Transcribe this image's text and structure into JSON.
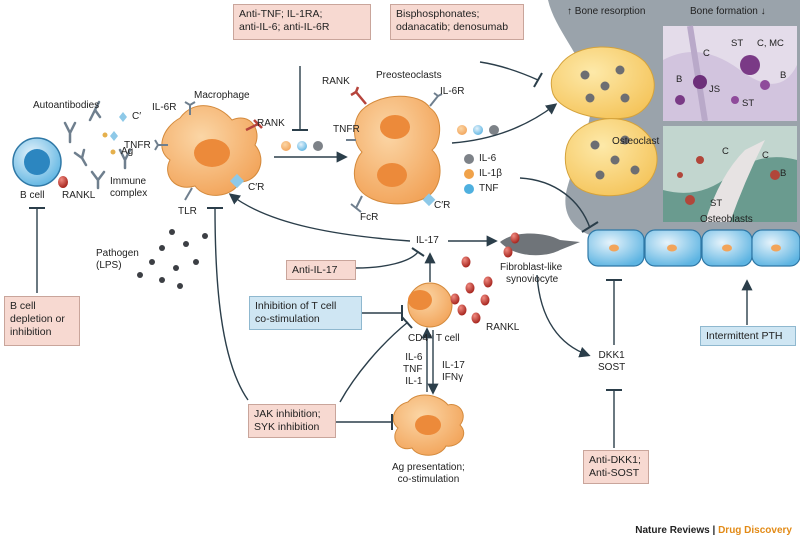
{
  "bone": {
    "resorption": "Bone resorption",
    "formation": "Bone formation",
    "osteoclast": "Osteoclast",
    "osteoblasts": "Osteoblasts",
    "hist_top": [
      "B",
      "C",
      "ST",
      "C, MC",
      "JS",
      "ST",
      "B"
    ],
    "hist_bottom": [
      "C",
      "C",
      "B",
      "ST"
    ]
  },
  "cells": {
    "b_cell": "B cell",
    "rankl_b": "RANKL",
    "autoantibodies": "Autoantibodies",
    "c_prime": "C′",
    "ag": "Ag",
    "immune_complex": [
      "Immune",
      "complex"
    ],
    "macrophage": "Macrophage",
    "il6r_mac": "IL-6R",
    "rank_mac": "RANK",
    "tnfr_mac": "TNFR",
    "c_r_mac": "C′R",
    "tlr": "TLR",
    "pathogen": [
      "Pathogen",
      "(LPS)"
    ],
    "preosteoclasts": "Preosteoclasts",
    "rank_pre": "RANK",
    "il6r_pre": "IL-6R",
    "tnfr_pre": "TNFR",
    "fcr": "FcR",
    "c_r_pre": "C′R",
    "il17": "IL-17",
    "fibroblast": [
      "Fibroblast-like",
      "synoviocyte"
    ],
    "cd4": "CD4⁺ T cell",
    "rankl_t": "RANKL",
    "cyto_left": [
      "IL-6",
      "TNF",
      "IL-1"
    ],
    "cyto_right": [
      "IL-17",
      "IFNγ"
    ],
    "ag_presentation": [
      "Ag presentation;",
      "co-stimulation"
    ],
    "dkk1": [
      "DKK1",
      "SOST"
    ]
  },
  "legend": [
    {
      "label": "IL-6",
      "color": "#7d8288"
    },
    {
      "label": "IL-1β",
      "color": "#f0a24a"
    },
    {
      "label": "TNF",
      "color": "#4fb0df"
    }
  ],
  "drugs": {
    "anti_tnf": [
      "Anti-TNF; IL-1RA;",
      "anti-IL-6; anti-IL-6R"
    ],
    "bisphos": [
      "Bisphosphonates;",
      "odanacatib; denosumab"
    ],
    "b_cell_depletion": [
      "B cell",
      "depletion or",
      "inhibition"
    ],
    "anti_il17": "Anti-IL-17",
    "tcell_costim": [
      "Inhibition of T cell",
      "co-stimulation"
    ],
    "jak": [
      "JAK inhibition;",
      "SYK inhibition"
    ],
    "anti_dkk1": [
      "Anti-DKK1;",
      "Anti-SOST"
    ],
    "pth": "Intermittent PTH"
  },
  "footer": {
    "journal": "Nature Reviews",
    "sep": " | ",
    "section": "Drug Discovery"
  }
}
